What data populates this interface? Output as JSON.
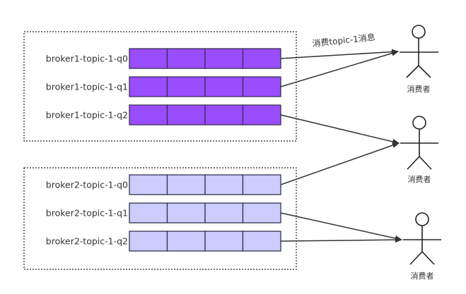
{
  "brokers": [
    {
      "queues": [
        {
          "label": "broker1-topic-1-q0",
          "cells": 4
        },
        {
          "label": "broker1-topic-1-q1",
          "cells": 4
        },
        {
          "label": "broker1-topic-1-q2",
          "cells": 4
        }
      ],
      "fill": "#9a4dff",
      "stroke": "#3a2e55"
    },
    {
      "queues": [
        {
          "label": "broker2-topic-1-q0",
          "cells": 4
        },
        {
          "label": "broker2-topic-1-q1",
          "cells": 4
        },
        {
          "label": "broker2-topic-1-q2",
          "cells": 4
        }
      ],
      "fill": "#ccccff",
      "stroke": "#33334d"
    }
  ],
  "consumers": [
    {
      "label": "消费者"
    },
    {
      "label": "消费者"
    },
    {
      "label": "消费者"
    }
  ],
  "edge_label": "消费topic-1消息",
  "connections": [
    {
      "broker": 0,
      "queue": 0,
      "consumer": 0
    },
    {
      "broker": 0,
      "queue": 1,
      "consumer": 0
    },
    {
      "broker": 0,
      "queue": 2,
      "consumer": 1
    },
    {
      "broker": 1,
      "queue": 0,
      "consumer": 1
    },
    {
      "broker": 1,
      "queue": 1,
      "consumer": 2
    },
    {
      "broker": 1,
      "queue": 2,
      "consumer": 2
    }
  ]
}
